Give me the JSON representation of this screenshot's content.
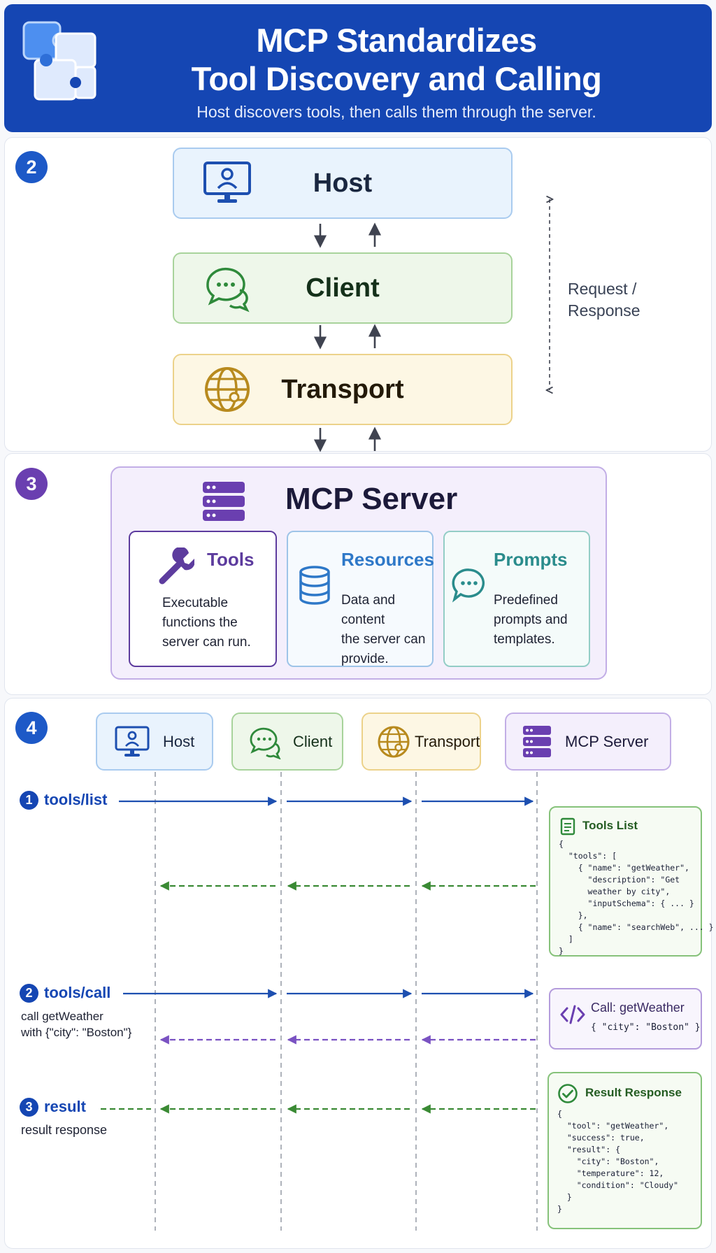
{
  "header": {
    "title_line1": "MCP Standardizes",
    "title_line2": "Tool Discovery and Calling",
    "subtitle": "Host discovers tools, then calls them through the server."
  },
  "section2": {
    "badge": "2",
    "layers": [
      {
        "label": "Host",
        "icon": "monitor-user-icon"
      },
      {
        "label": "Client",
        "icon": "chat-bubbles-icon"
      },
      {
        "label": "Transport",
        "icon": "globe-icon"
      }
    ],
    "side_label_line1": "Request /",
    "side_label_line2": "Response"
  },
  "section3": {
    "badge": "3",
    "title": "MCP Server",
    "cards": [
      {
        "title": "Tools",
        "desc": [
          "Executable",
          "functions the",
          "server can run."
        ],
        "icon": "wrench-icon"
      },
      {
        "title": "Resources",
        "desc": [
          "Data and content",
          "the server can",
          "provide."
        ],
        "icon": "database-icon"
      },
      {
        "title": "Prompts",
        "desc": [
          "Predefined",
          "prompts and",
          "templates."
        ],
        "icon": "chat-bubble-icon"
      }
    ]
  },
  "section4": {
    "badge": "4",
    "actors": [
      "Host",
      "Client",
      "Transport",
      "MCP Server"
    ],
    "steps": [
      {
        "num": "1",
        "label": "tools/list"
      },
      {
        "num": "2",
        "label": "tools/call",
        "note_line1": "call getWeather",
        "note_line2": "with {\"city\": \"Boston\"}"
      },
      {
        "num": "3",
        "label": "result",
        "note_line1": "result response"
      }
    ],
    "tools_list": {
      "title": "Tools List",
      "code": "{\n  \"tools\": [\n    { \"name\": \"getWeather\",\n      \"description\": \"Get\n      weather by city\",\n      \"inputSchema\": { ... }\n    },\n    { \"name\": \"searchWeb\", ... }\n  ]\n}"
    },
    "call_box": {
      "title": "Call: getWeather",
      "code": "{ \"city\": \"Boston\" }"
    },
    "result_box": {
      "title": "Result Response",
      "code": "{\n  \"tool\": \"getWeather\",\n  \"success\": true,\n  \"result\": {\n    \"city\": \"Boston\",\n    \"temperature\": 12,\n    \"condition\": \"Cloudy\"\n  }\n}"
    }
  },
  "colors": {
    "header_blue": "#1546b3",
    "request_arrow": "#1d4fb0",
    "response_green": "#3a8a34",
    "response_purple": "#7a52c2"
  }
}
